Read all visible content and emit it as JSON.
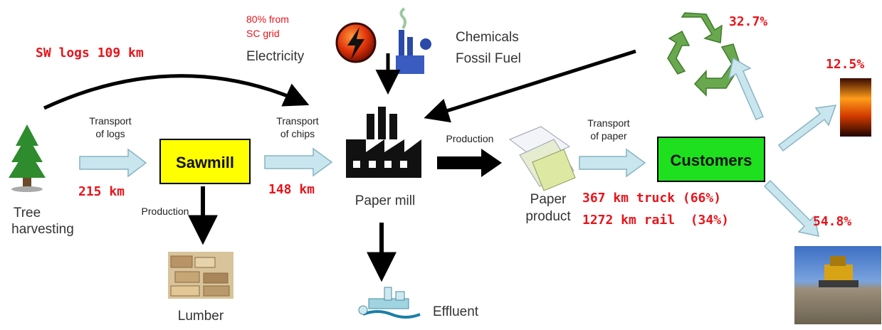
{
  "nodes": {
    "tree": "Tree harvesting",
    "sawmill": "Sawmill",
    "paper_mill": "Paper mill",
    "paper_product_line1": "Paper",
    "paper_product_line2": "product",
    "customers": "Customers",
    "lumber": "Lumber",
    "effluent": "Effluent",
    "electricity": "Electricity",
    "chemicals": "Chemicals",
    "fossil_fuel": "Fossil Fuel",
    "tree_line1": "Tree",
    "tree_line2": "harvesting"
  },
  "edges": {
    "transport_logs_line1": "Transport",
    "transport_logs_line2": "of logs",
    "transport_chips_line1": "Transport",
    "transport_chips_line2": "of chips",
    "transport_paper_line1": "Transport",
    "transport_paper_line2": "of paper",
    "production_lumber": "Production",
    "production_paper": "Production"
  },
  "annotations": {
    "sw_logs": "SW logs 109 km",
    "logs_km": "215 km",
    "chips_km": "148 km",
    "grid_line1": "80% from",
    "grid_line2": "SC grid",
    "truck": "367 km truck (66%)",
    "rail": "1272 km rail  (34%)",
    "recycle_pct": "32.7%",
    "burn_pct": "12.5%",
    "landfill_pct": "54.8%"
  },
  "colors": {
    "sawmill_fill": "#ffff00",
    "customers_fill": "#1ee01e",
    "annotation_red": "#e8141b",
    "light_arrow": "#c9e6ee",
    "recycle_green": "#6aa84f"
  },
  "icons": [
    "tree-icon",
    "lumber-icon",
    "electricity-icon",
    "factory-icon",
    "paper-mill-icon",
    "paper-product-icon",
    "recycle-icon",
    "fire-icon",
    "landfill-icon",
    "effluent-icon"
  ]
}
